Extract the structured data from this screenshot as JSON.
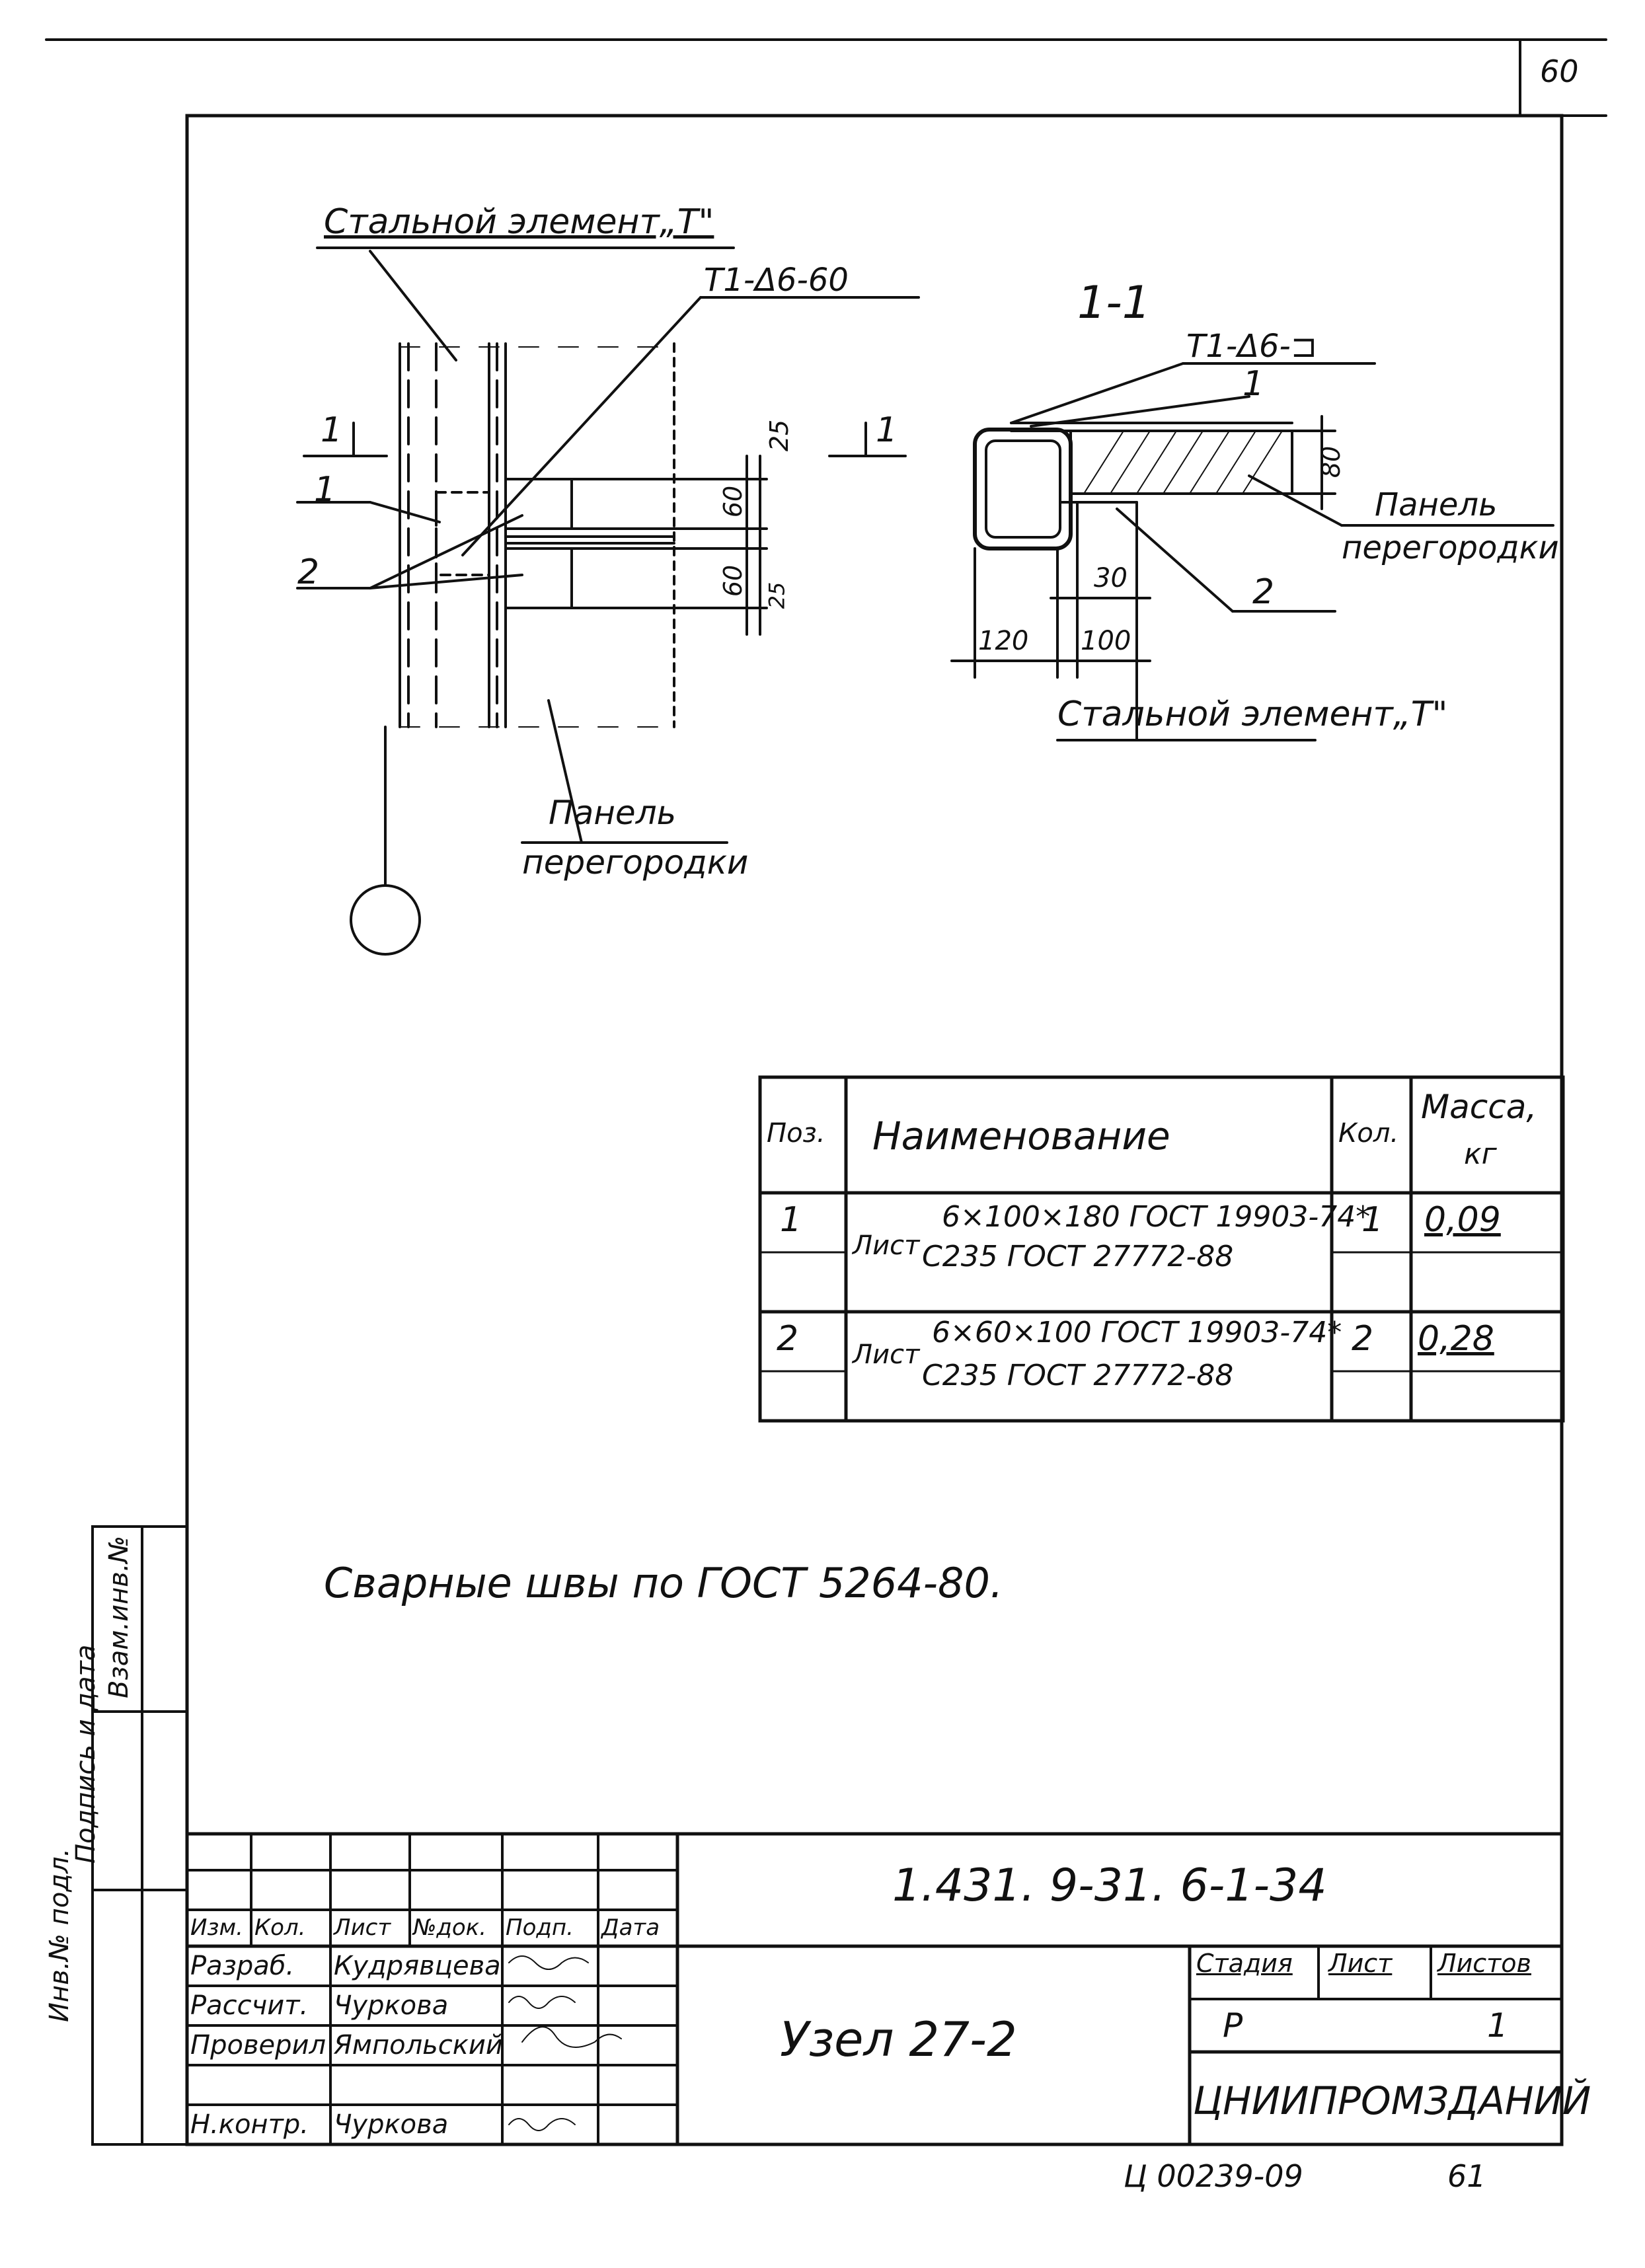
{
  "page_number": "60",
  "section_label": "1-1",
  "section_markers": [
    "1",
    "1"
  ],
  "drawing_labels": {
    "steel_element_top": "Стальной элемент„Т\"",
    "steel_element_bottom": "Стальной элемент„Т\"",
    "weld_left": "Т1-Δ6-60",
    "weld_right": "Т1-Δ6-⊐",
    "panel_left_1": "Панель",
    "panel_left_2": "перегородки",
    "panel_right_1": "Панель",
    "panel_right_2": "перегородки",
    "pos_1_left": "1",
    "pos_2_left": "2",
    "pos_1_right": "1",
    "pos_2_right": "2"
  },
  "dimensions": {
    "d25_top": "25",
    "d60_top": "60",
    "d60_bottom": "60",
    "d25_bottom": "25",
    "d80": "80",
    "d30": "30",
    "d120": "120",
    "d100": "100"
  },
  "spec_table": {
    "headers": {
      "pos": "Поз.",
      "name": "Наименование",
      "qty": "Кол.",
      "mass_1": "Масса,",
      "mass_2": "кг"
    },
    "rows": [
      {
        "pos": "1",
        "kind": "Лист",
        "line1": "6×100×180 ГОСТ 19903-74*",
        "line2": "С235 ГОСТ 27772-88",
        "qty": "1",
        "mass": "0,09"
      },
      {
        "pos": "2",
        "kind": "Лист",
        "line1": "6×60×100 ГОСТ 19903-74*",
        "line2": "С235 ГОСТ 27772-88",
        "qty": "2",
        "mass": "0,28"
      }
    ]
  },
  "note": "Сварные швы по ГОСТ 5264-80.",
  "side_stamp": {
    "inv_podl": "Инв.№ подл.",
    "signature_date": "Подпись и дата",
    "vzam_inv": "Взам.инв.№"
  },
  "title_block": {
    "doc_code": "1.431. 9-31. 6-1-34",
    "title": "Узел 27-2",
    "organization": "ЦНИИПРОМЗДАНИЙ",
    "header_cells": [
      "Изм.",
      "Кол.",
      "Лист",
      "№док.",
      "Подп.",
      "Дата"
    ],
    "people": [
      {
        "role": "Разраб.",
        "name": "Кудрявцева"
      },
      {
        "role": "Рассчит.",
        "name": "Чуркова"
      },
      {
        "role": "Проверил",
        "name": "Ямпольский"
      },
      {
        "role": "",
        "name": ""
      },
      {
        "role": "Н.контр.",
        "name": "Чуркова"
      }
    ],
    "stage_header": "Стадия",
    "sheet_header": "Лист",
    "sheets_header": "Листов",
    "stage": "Р",
    "sheet": "",
    "sheets": "1"
  },
  "archive_number": "Ц 00239-09",
  "archive_sheet": "61"
}
